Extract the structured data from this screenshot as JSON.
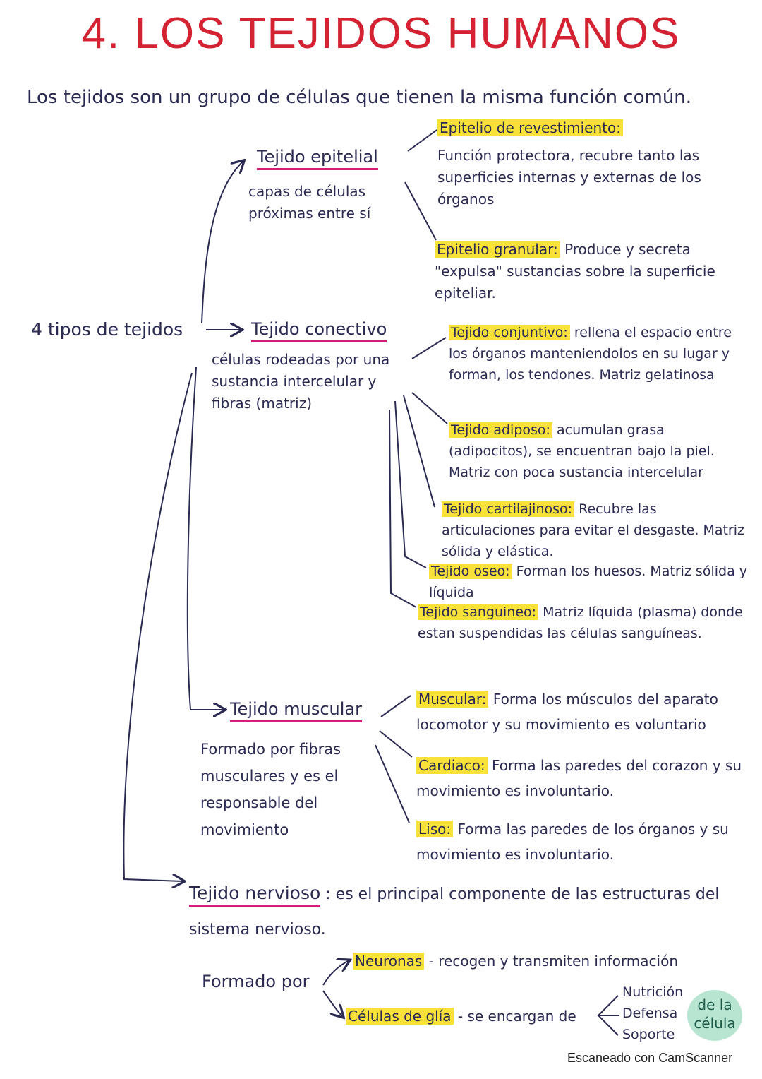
{
  "title": "4. LOS TEJIDOS HUMANOS",
  "intro": "Los tejidos son un grupo de células que tienen la misma función común.",
  "root_label": "4 tipos de tejidos",
  "epitelial": {
    "title": "Tejido epitelial",
    "desc": "capas de células próximas entre sí",
    "subtypes": [
      {
        "name": "Epitelio de revestimiento:",
        "text": "Función protectora, recubre tanto las superficies internas y externas de los órganos"
      },
      {
        "name": "Epitelio granular:",
        "text": "Produce y secreta \"expulsa\" sustancias sobre la superficie epiteliar."
      }
    ]
  },
  "conectivo": {
    "title": "Tejido conectivo",
    "desc": "células rodeadas por una sustancia intercelular y fibras (matriz)",
    "subtypes": [
      {
        "name": "Tejido conjuntivo:",
        "text": "rellena el espacio entre los órganos manteniendolos en su lugar y forman, los tendones. Matriz gelatinosa"
      },
      {
        "name": "Tejido adiposo:",
        "text": "acumulan grasa (adipocitos), se encuentran bajo la piel. Matriz con poca sustancia intercelular"
      },
      {
        "name": "Tejido cartilajinoso:",
        "text": "Recubre las articulaciones para evitar el desgaste. Matriz sólida y elástica."
      },
      {
        "name": "Tejido oseo:",
        "text": "Forman los huesos. Matriz sólida y líquida"
      },
      {
        "name": "Tejido sanguineo:",
        "text": "Matriz líquida (plasma) donde estan suspendidas las células sanguíneas."
      }
    ]
  },
  "muscular": {
    "title": "Tejido muscular",
    "desc": "Formado por fibras musculares y es el responsable del movimiento",
    "subtypes": [
      {
        "name": "Muscular:",
        "text": "Forma los músculos del aparato locomotor y su movimiento es voluntario"
      },
      {
        "name": "Cardiaco:",
        "text": "Forma las paredes del corazon y su movimiento es involuntario."
      },
      {
        "name": "Liso:",
        "text": "Forma las paredes de los órganos y su movimiento es involuntario."
      }
    ]
  },
  "nervioso": {
    "title": "Tejido nervioso",
    "text": ": es el principal componente de las estructuras del sistema nervioso.",
    "formado_por": "Formado por",
    "neuronas": {
      "name": "Neuronas",
      "text": "- recogen y transmiten información"
    },
    "glia": {
      "name": "Células de glía",
      "text": "- se encargan de"
    },
    "glia_functions": [
      "Nutrición",
      "Defensa",
      "Soporte"
    ],
    "glia_target": "de la célula"
  },
  "watermark": "Escaneado con CamScanner",
  "colors": {
    "ink": "#2b2a52",
    "title": "#d42233",
    "highlight": "#f8e23a",
    "underline": "#d81b7a",
    "green": "#9fdcc1"
  }
}
